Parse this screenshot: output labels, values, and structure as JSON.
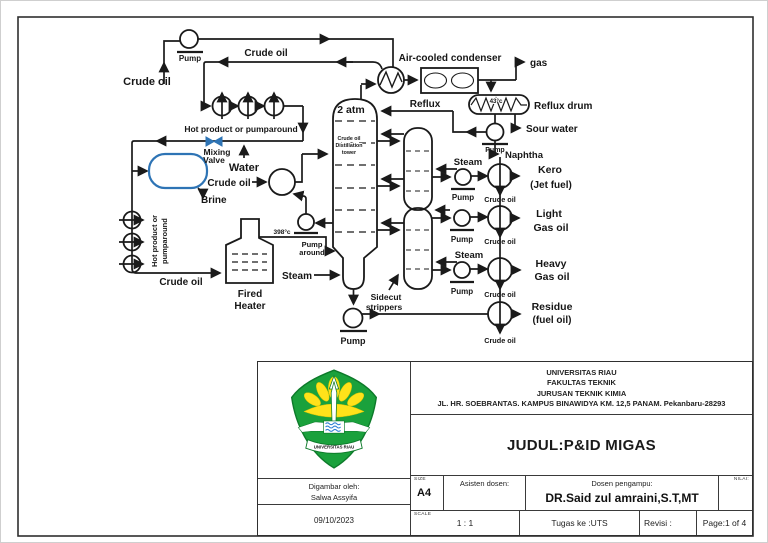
{
  "colors": {
    "line": "#1a1a1a",
    "accent_blue": "#2e74b5",
    "logo_green": "#1aa13c",
    "logo_dark_green": "#0d7a2a",
    "logo_yellow": "#ffe21a",
    "logo_blue": "#2f7fd4"
  },
  "diagram": {
    "labels": {
      "pump": "Pump",
      "around": "around",
      "crude_oil": "Crude oil",
      "steam": "Steam",
      "water": "Water",
      "brine": "Brine",
      "gas": "gas",
      "mixing": "Mixing",
      "valve": "Valve",
      "hot_product_pumparound": "Hot product or pumparound",
      "hot_product_line1": "Hot product or",
      "hot_product_line2": "pumparound",
      "fired": "Fired",
      "heater": "Heater",
      "temp_398": "398°c",
      "temp_43": "43°c",
      "two_atm": "2 atm",
      "tower_line1": "Crude oil",
      "tower_line2": "Distillation",
      "tower_line3": "tower",
      "sidecut_line1": "Sidecut",
      "sidecut_line2": "strippers",
      "air_cooled_condenser": "Air-cooled condenser",
      "reflux": "Reflux",
      "reflux_drum": "Reflux drum",
      "sour_water": "Sour water",
      "naphtha": "Naphtha",
      "kero": "Kero",
      "jet_fuel": "(Jet fuel)",
      "light": "Light",
      "gas_oil": "Gas oil",
      "heavy": "Heavy",
      "residue": "Residue",
      "fuel_oil": "(fuel oil)"
    }
  },
  "title_block": {
    "inst_line1": "UNIVERSITAS RIAU",
    "inst_line2": "FAKULTAS TEKNIK",
    "inst_line3": "JURUSAN TEKNIK KIMIA",
    "inst_line4": "JL. HR. SOEBRANTAS. KAMPUS BINAWIDYA KM. 12,5 PANAM. Pekanbaru-28293",
    "judul": "JUDUL:P&ID MIGAS",
    "size_label": "SIZE",
    "size_value": "A4",
    "asisten_label": "Asisten dosen:",
    "dosen_label": "Dosen pengampu:",
    "dosen_value": "DR.Said zul amraini,S.T,MT",
    "nilai_label": "NILAI:",
    "scale_label": "SCALE",
    "scale_value": "1 : 1",
    "tugas": "Tugas ke :UTS",
    "revisi": "Revisi :",
    "page": "Page:1 of 4",
    "digambar_label": "Digambar oleh:",
    "digambar_name": "Salwa Assyifa",
    "date": "09/10/2023",
    "logo_text": "UNIVERSITAS RIAU"
  }
}
